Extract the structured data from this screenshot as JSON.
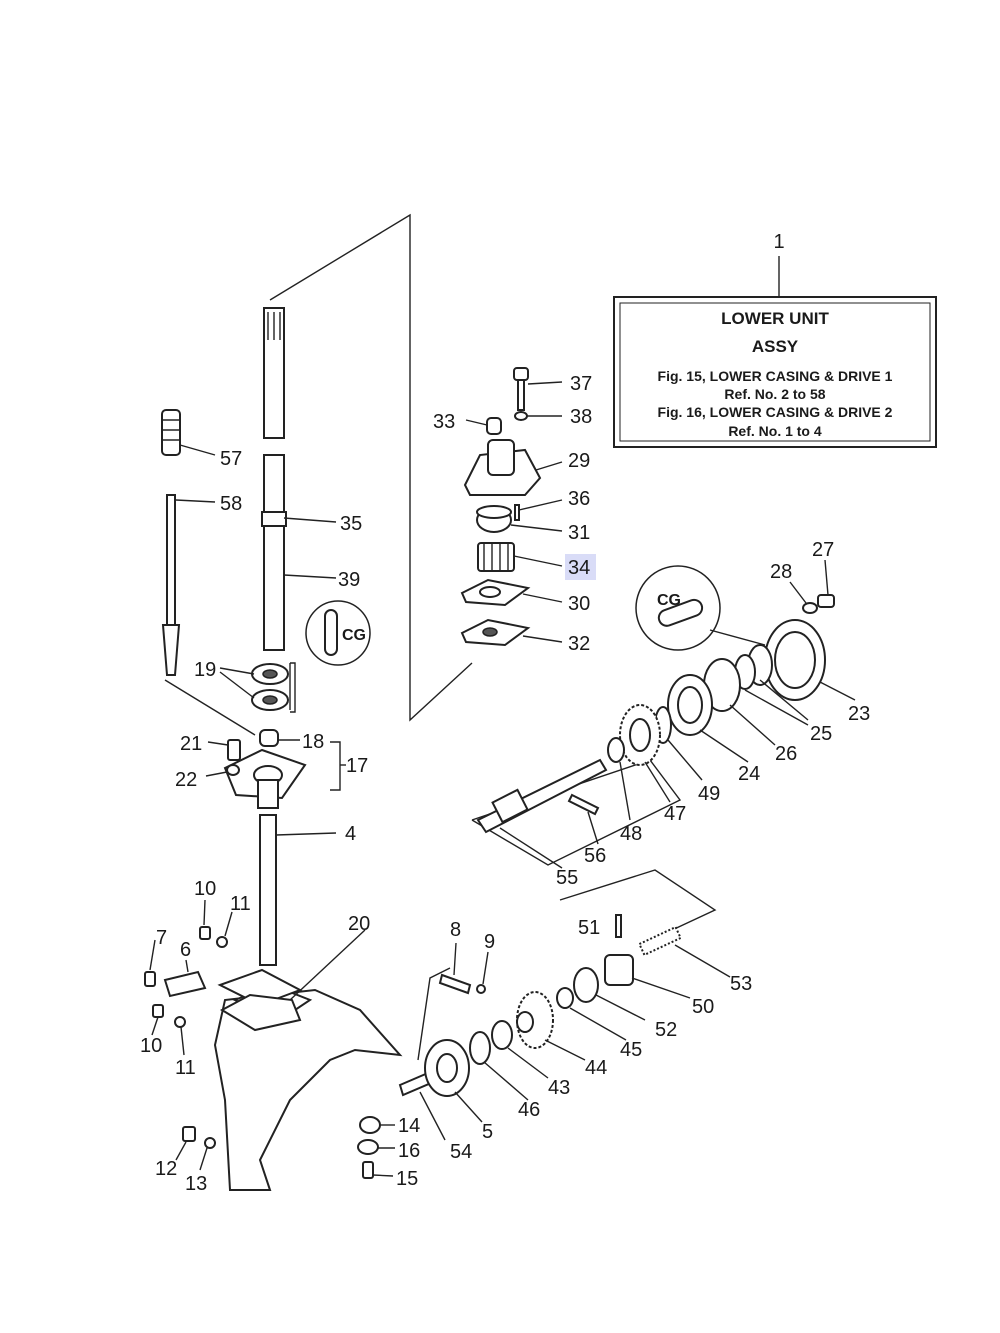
{
  "title_box": {
    "ref": "1",
    "line1": "LOWER UNIT",
    "line2": "ASSY",
    "line3": "Fig. 15, LOWER CASING & DRIVE 1",
    "line4": "Ref. No. 2 to 58",
    "line5": "Fig. 16, LOWER CASING & DRIVE 2",
    "line6": "Ref. No. 1 to 4"
  },
  "highlighted_part": "34",
  "highlight_color": "#d9dcf7",
  "detail_marks": [
    "CG",
    "CG"
  ],
  "labels": [
    "37",
    "38",
    "33",
    "29",
    "36",
    "31",
    "34",
    "30",
    "32",
    "57",
    "58",
    "35",
    "39",
    "19",
    "18",
    "17",
    "21",
    "22",
    "4",
    "27",
    "28",
    "23",
    "25",
    "26",
    "24",
    "49",
    "47",
    "48",
    "56",
    "55",
    "10",
    "11",
    "7",
    "6",
    "10",
    "11",
    "20",
    "8",
    "9",
    "51",
    "53",
    "50",
    "52",
    "45",
    "44",
    "43",
    "46",
    "5",
    "54",
    "14",
    "16",
    "15",
    "12",
    "13"
  ]
}
